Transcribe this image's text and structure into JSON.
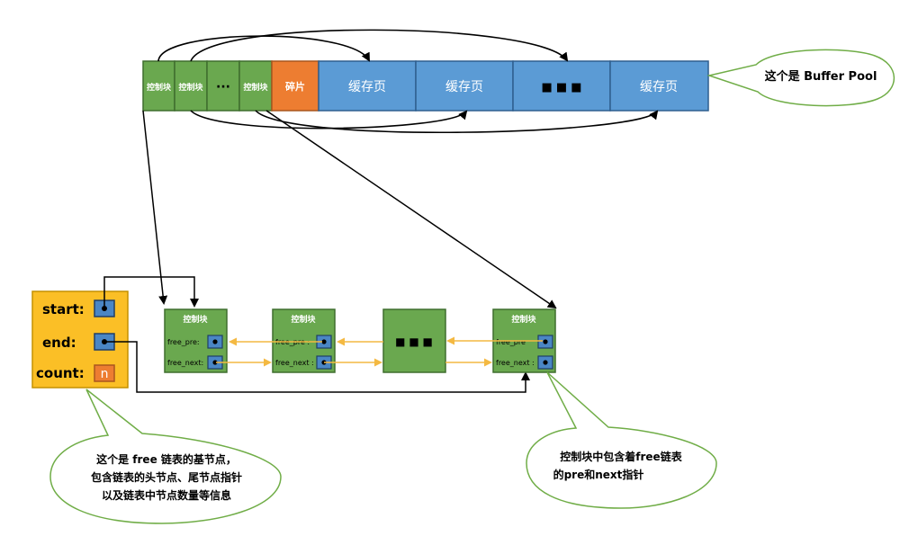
{
  "buffer_pool": {
    "cells": [
      {
        "label": "控制块",
        "kind": "ctrl"
      },
      {
        "label": "控制块",
        "kind": "ctrl"
      },
      {
        "label": "···",
        "kind": "ctrl"
      },
      {
        "label": "控制块",
        "kind": "ctrl"
      },
      {
        "label": "碎片",
        "kind": "frag"
      },
      {
        "label": "缓存页",
        "kind": "page"
      },
      {
        "label": "缓存页",
        "kind": "page"
      },
      {
        "label": "■ ■ ■",
        "kind": "page"
      },
      {
        "label": "缓存页",
        "kind": "page"
      }
    ],
    "callout": "这个是 Buffer Pool"
  },
  "base_node": {
    "start_label": "start:",
    "end_label": "end:",
    "count_label": "count:",
    "count_value": "n"
  },
  "free_list": {
    "nodes": [
      {
        "title": "控制块",
        "pre_label": "free_pre:",
        "next_label": "free_next:"
      },
      {
        "title": "控制块",
        "pre_label": "free_pre :",
        "next_label": "free_next :"
      },
      {
        "title": "控制块",
        "pre_label": "free_pre",
        "next_label": "free_next :"
      }
    ],
    "ellipsis": "■ ■ ■"
  },
  "callouts": {
    "base_node_lines": [
      "这个是 free 链表的基节点，",
      "包含链表的头节点、尾节点指针",
      "以及链表中节点数量等信息"
    ],
    "pointer_lines": [
      "控制块中包含着free链表",
      "的pre和next指针"
    ]
  },
  "colors": {
    "ctrl_green": "#6aa84f",
    "frag_orange": "#ed7d31",
    "page_blue": "#5b9bd5",
    "base_yellow": "#fbbf26",
    "link_orange": "#f4b942",
    "callout_border": "#70ad47"
  }
}
